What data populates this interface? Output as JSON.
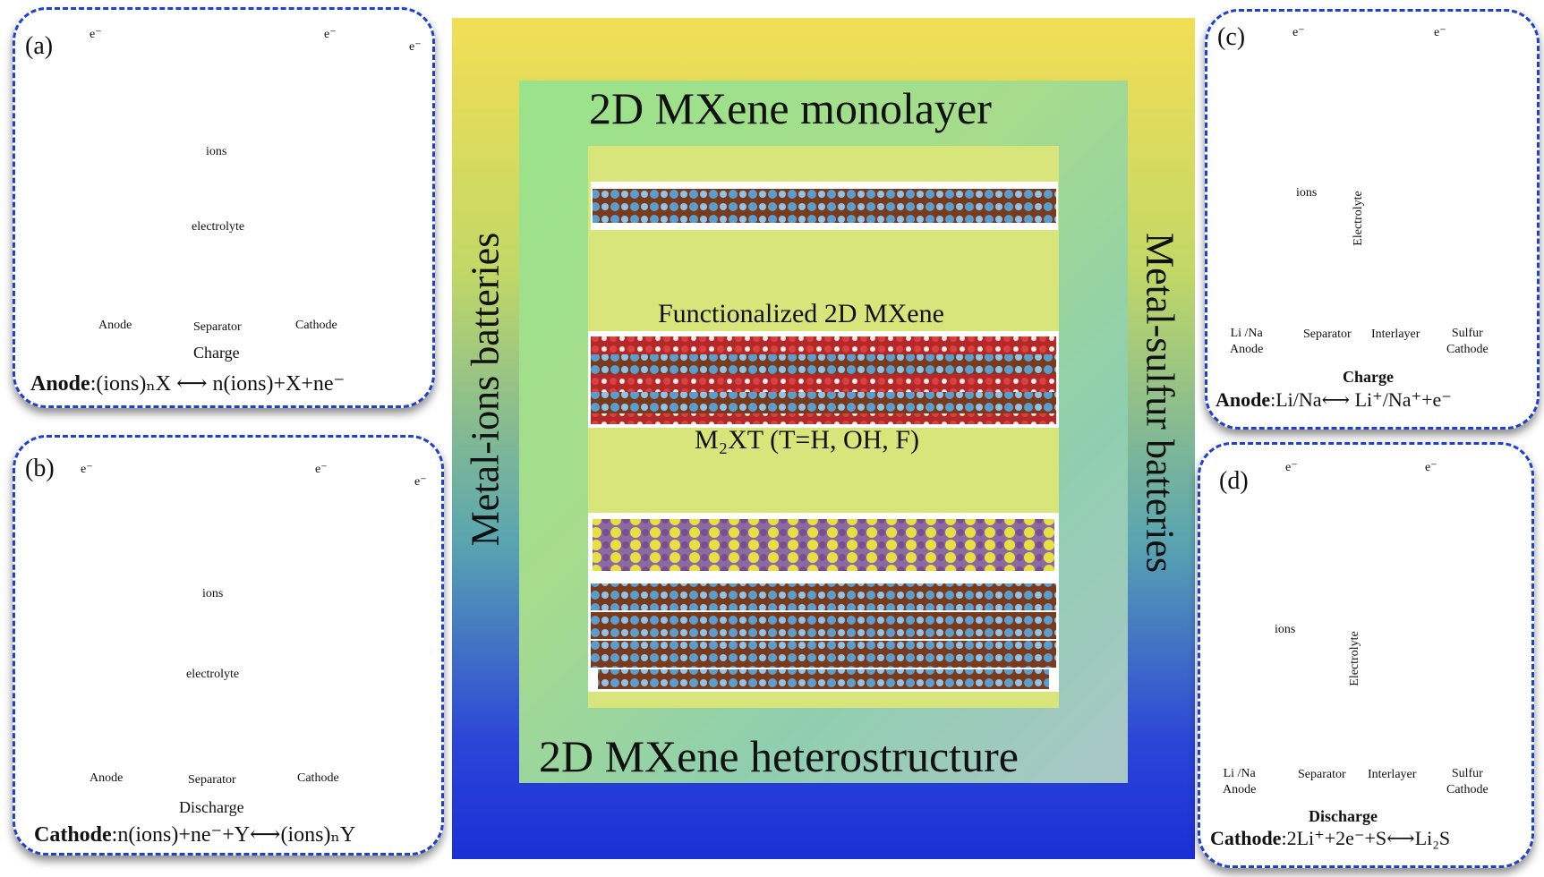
{
  "center": {
    "title_top": "2D MXene monolayer",
    "title_bottom": "2D MXene heterostructure",
    "left_vertical": "Metal-ions batteries",
    "right_vertical": "Metal-sulfur batteries",
    "functionalized": "Functionalized 2D MXene",
    "formula": "M₂XT (T=H, OH, F)"
  },
  "panel_a": {
    "label": "(a)",
    "electron": "e⁻",
    "ions": "ions",
    "electrolyte": "electrolyte",
    "anode": "Anode",
    "separator": "Separator",
    "cathode": "Cathode",
    "mode": "Charge",
    "eq_bold": "Anode",
    "eq_rest": ":(ions)ₙX ⟷ n(ions)+X+ne⁻"
  },
  "panel_b": {
    "label": "(b)",
    "electron": "e⁻",
    "ions": "ions",
    "electrolyte": "electrolyte",
    "anode": "Anode",
    "separator": "Separator",
    "cathode": "Cathode",
    "mode": "Discharge",
    "eq_bold": "Cathode",
    "eq_rest": ":n(ions)+ne⁻+Y⟷(ions)ₙY"
  },
  "panel_c": {
    "label": "(c)",
    "electron": "e⁻",
    "ions": "ions",
    "electrolyte": "Electrolyte",
    "anode_line1": "Li /Na",
    "anode_line2": "Anode",
    "separator": "Separator",
    "interlayer": "Interlayer",
    "cathode_line1": "Sulfur",
    "cathode_line2": "Cathode",
    "mode": "Charge",
    "eq_bold": "Anode",
    "eq_rest": ":Li/Na⟷ Li⁺/Na⁺+e⁻"
  },
  "panel_d": {
    "label": "(d)",
    "electron": "e⁻",
    "ions": "ions",
    "electrolyte": "Electrolyte",
    "anode_line1": "Li /Na",
    "anode_line2": "Anode",
    "separator": "Separator",
    "interlayer": "Interlayer",
    "cathode_line1": "Sulfur",
    "cathode_line2": "Cathode",
    "mode": "Discharge",
    "eq_bold": "Cathode",
    "eq_rest": ":2Li⁺+2e⁻+S⟷Li₂S"
  },
  "icons": {
    "bulb": "lightbulb-icon",
    "battery_full": "battery-full-icon",
    "battery_low": "battery-low-icon"
  },
  "colors": {
    "panel_border": "#1f3fd0",
    "anode_cyan": "#7fe3e0",
    "cathode_salmon": "#f08a80",
    "ls_anode_green": "#7ccfa0",
    "separator_pink": "#f39a92",
    "interlayer_brown": "#9a6a3c",
    "sulfur_cathode": "#cdb750",
    "mxene_blue": "#5a9ed0",
    "mxene_brown": "#7a3a1c",
    "oxygen_red": "#d03030"
  }
}
